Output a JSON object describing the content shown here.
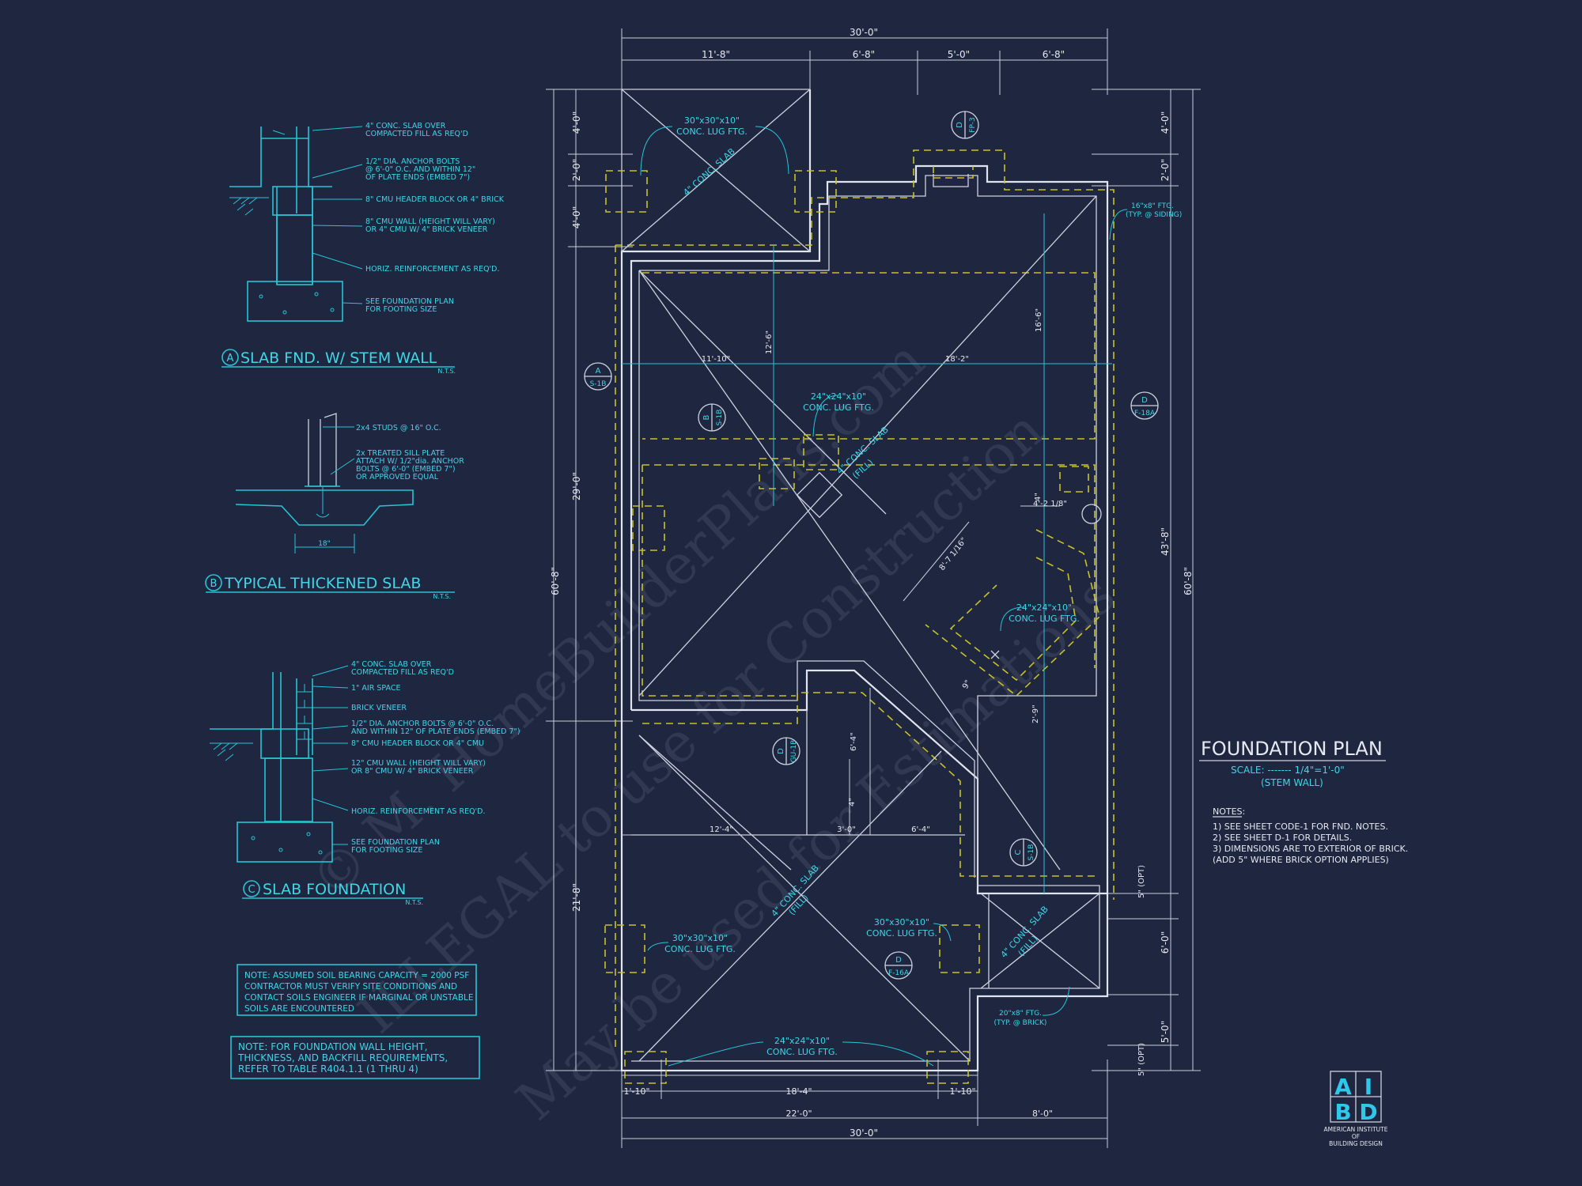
{
  "watermark": {
    "line1": "© M. HomeBuilderPlans.com",
    "line2": "ILLEGAL to use for Construction",
    "line3": "May be used for Estimations"
  },
  "title_block": {
    "title": "FOUNDATION PLAN",
    "scale": "SCALE: ------- 1/4\"=1'-0\"",
    "subtitle": "(STEM WALL)",
    "notes_heading": "NOTES:",
    "notes": [
      "1)  SEE SHEET CODE-1 FOR FND. NOTES.",
      "2)  SEE SHEET D-1 FOR DETAILS.",
      "3)  DIMENSIONS ARE TO EXTERIOR OF BRICK.",
      "     (ADD 5\" WHERE BRICK OPTION APPLIES)"
    ]
  },
  "logo": {
    "letters": [
      "A",
      "I",
      "B",
      "D"
    ],
    "line1": "AMERICAN INSTITUTE",
    "line2": "OF",
    "line3": "BUILDING DESIGN"
  },
  "details": {
    "a": {
      "tag": "A",
      "title": "SLAB FND. W/ STEM WALL",
      "nts": "N.T.S.",
      "notes": [
        "4\" CONC. SLAB OVER",
        "COMPACTED FILL AS REQ'D",
        "1/2\" DIA. ANCHOR BOLTS",
        "@ 6'-0\" O.C. AND WITHIN 12\"",
        "OF PLATE ENDS (EMBED 7\")",
        "8\" CMU HEADER BLOCK OR 4\" BRICK",
        "8\" CMU WALL (HEIGHT WILL VARY)",
        "OR 4\" CMU W/ 4\" BRICK VENEER",
        "HORIZ. REINFORCEMENT AS REQ'D.",
        "SEE FOUNDATION PLAN",
        "FOR FOOTING SIZE"
      ]
    },
    "b": {
      "tag": "B",
      "title": "TYPICAL THICKENED SLAB",
      "nts": "N.T.S.",
      "notes": [
        "2x4 STUDS @ 16\" O.C.",
        "2x TREATED SILL PLATE",
        "ATTACH W/ 1/2\"dia. ANCHOR",
        "BOLTS @ 6'-0\" (EMBED 7\")",
        "OR APPROVED EQUAL"
      ],
      "dim": "18\""
    },
    "c": {
      "tag": "C",
      "title": "SLAB FOUNDATION",
      "nts": "N.T.S.",
      "notes": [
        "4\" CONC. SLAB OVER",
        "COMPACTED FILL AS REQ'D",
        "1\" AIR SPACE",
        "BRICK VENEER",
        "1/2\" DIA. ANCHOR BOLTS @ 6'-0\" O.C.",
        "AND WITHIN 12\" OF PLATE ENDS (EMBED 7\")",
        "8\" CMU HEADER BLOCK OR 4\" CMU",
        "12\" CMU WALL (HEIGHT WILL VARY)",
        "OR 8\" CMU W/ 4\" BRICK VENEER",
        "HORIZ. REINFORCEMENT AS REQ'D.",
        "SEE FOUNDATION PLAN",
        "FOR FOOTING SIZE"
      ]
    }
  },
  "general_notes": {
    "soil": [
      "NOTE: ASSUMED SOIL BEARING CAPACITY = 2000 PSF",
      "CONTRACTOR MUST VERIFY SITE CONDITIONS AND",
      "CONTACT SOILS ENGINEER IF MARGINAL OR UNSTABLE",
      "SOILS ARE ENCOUNTERED"
    ],
    "wall": [
      "NOTE: FOR FOUNDATION WALL HEIGHT,",
      "THICKNESS, AND BACKFILL REQUIREMENTS,",
      "REFER TO TABLE R404.1.1 (1 THRU 4)"
    ]
  },
  "plan": {
    "dims_top": {
      "overall": "30'-0\"",
      "segments": [
        "11'-8\"",
        "6'-8\"",
        "5'-0\"",
        "6'-8\""
      ]
    },
    "dims_bottom": {
      "row1": [
        "1'-10\"",
        "18'-4\"",
        "1'-10\""
      ],
      "row2": [
        "22'-0\"",
        "8'-0\""
      ],
      "overall": "30'-0\""
    },
    "dims_left": {
      "overall": "60'-8\"",
      "segments": [
        "4'-0\"",
        "2'-0\"",
        "4'-0\"",
        "29'-0\"",
        "21'-8\""
      ]
    },
    "dims_right": {
      "overall": "60'-8\"",
      "segments": [
        "4'-0\"",
        "2'-0\"",
        "43'-8\"",
        "5\" (OPT)",
        "6'-0\"",
        "5'-0\"",
        "5\" (OPT)"
      ]
    },
    "interior_dims": {
      "row_a": [
        "11'-10\"",
        "18'-2\""
      ],
      "v_12_6": "12'-6\"",
      "v_16_6": "16'-6\"",
      "row_b": [
        "12'-4\"",
        "3'-0\"",
        "6'-4\""
      ],
      "v_6_4": "6'-4\"",
      "v_4": "4\"",
      "d_8_7": "8'-7 1/16\"",
      "d_4_2": "4'-2 1/8\"",
      "v_4b": "4\"",
      "d_9": "9\"",
      "d_2_9": "2'-9\""
    },
    "labels": {
      "lug_30_top": [
        "30\"x30\"x10\"",
        "CONC. LUG FTG."
      ],
      "slab_top": "4\" CONC. SLAB",
      "lug_24_mid": [
        "24\"x24\"x10\"",
        "CONC. LUG FTG."
      ],
      "slab_mid": [
        "4\" CONC. SLAB",
        "(FILL)"
      ],
      "lug_24_right": [
        "24\"x24\"x10\"",
        "CONC. LUG FTG."
      ],
      "ftg_16": [
        "16\"x8\" FTG.",
        "(TYP. @ SIDING)"
      ],
      "slab_low": [
        "4\" CONC. SLAB",
        "(FILL)"
      ],
      "lug_30_left": [
        "30\"x30\"x10\"",
        "CONC. LUG FTG."
      ],
      "lug_30_right": [
        "30\"x30\"x10\"",
        "CONC. LUG FTG."
      ],
      "slab_small": [
        "4\" CONC. SLAB",
        "(FILL)"
      ],
      "ftg_20": [
        "20\"x8\" FTG.",
        "(TYP. @ BRICK)"
      ],
      "lug_24_bottom": [
        "24\"x24\"x10\"",
        "CONC. LUG FTG."
      ]
    },
    "callouts": [
      {
        "top": "A",
        "bottom": "S-1B"
      },
      {
        "top": "B",
        "bottom": "S-1B"
      },
      {
        "top": "D",
        "bottom": "FP-3"
      },
      {
        "top": "D",
        "bottom": "F-18A"
      },
      {
        "top": "D",
        "bottom": "GU-1B"
      },
      {
        "top": "C",
        "bottom": "S-1B"
      },
      {
        "top": "D",
        "bottom": "F-16A"
      }
    ]
  }
}
